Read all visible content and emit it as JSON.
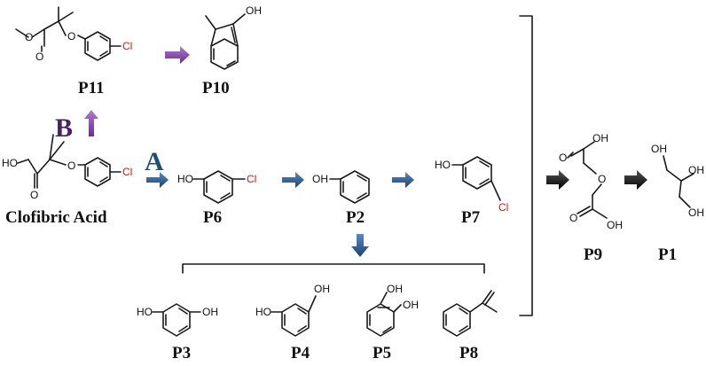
{
  "labels": {
    "p11": "P11",
    "p10": "P10",
    "clofibric": "Clofibric Acid",
    "p6": "P6",
    "p2": "P2",
    "p7": "P7",
    "p9": "P9",
    "p1": "P1",
    "p3": "P3",
    "p4": "P4",
    "p5": "P5",
    "p8": "P8"
  },
  "pathways": {
    "a": "A",
    "b": "B"
  },
  "atoms": {
    "oh": "OH",
    "ho": "HO",
    "o": "O",
    "cl": "Cl"
  },
  "colors": {
    "pathway_a_arrow": "#1f4e79",
    "pathway_b_arrow": "#7a3f9a",
    "final_arrow": "#111111",
    "chlorine": "#e01010"
  }
}
